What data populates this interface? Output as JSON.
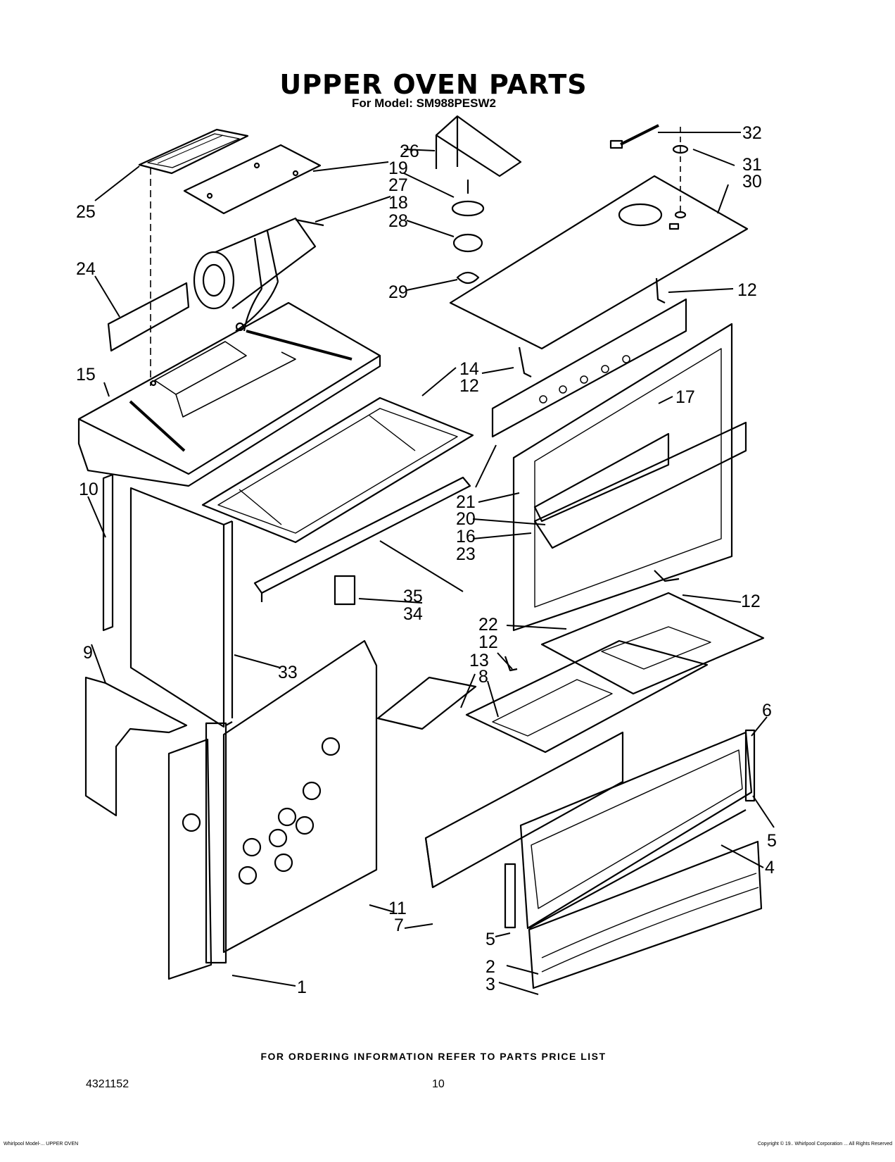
{
  "header": {
    "title": "UPPER OVEN PARTS",
    "subtitle": "For Model: SM988PESW2"
  },
  "callouts": [
    "1",
    "2",
    "3",
    "4",
    "5",
    "5",
    "6",
    "7",
    "8",
    "9",
    "10",
    "11",
    "12",
    "12",
    "12",
    "12",
    "13",
    "14",
    "15",
    "16",
    "17",
    "18",
    "19",
    "20",
    "21",
    "22",
    "23",
    "24",
    "25",
    "26",
    "27",
    "28",
    "29",
    "30",
    "31",
    "32",
    "33",
    "34",
    "35"
  ],
  "footer": {
    "ordering_note": "FOR ORDERING INFORMATION REFER TO PARTS PRICE LIST",
    "document_number": "4321152",
    "page_number": "10",
    "fine_print_left": "Whirlpool Model-... UPPER OVEN",
    "fine_print_right": "Copyright © 19.. Whirlpool Corporation ... All Rights Reserved"
  }
}
